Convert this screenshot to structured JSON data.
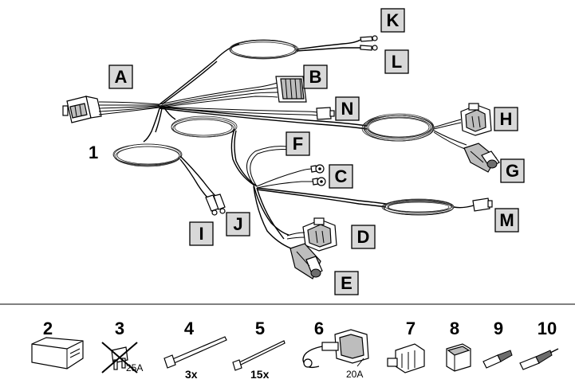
{
  "harness": {
    "main_number": "1",
    "labels": {
      "A": "A",
      "B": "B",
      "C": "C",
      "D": "D",
      "E": "E",
      "F": "F",
      "G": "G",
      "H": "H",
      "I": "I",
      "J": "J",
      "K": "K",
      "L": "L",
      "M": "M",
      "N": "N"
    }
  },
  "parts": {
    "p2": {
      "number": "2"
    },
    "p3": {
      "number": "3",
      "rating": "25A"
    },
    "p4": {
      "number": "4",
      "quantity": "3x"
    },
    "p5": {
      "number": "5",
      "quantity": "15x"
    },
    "p6": {
      "number": "6",
      "rating": "20A"
    },
    "p7": {
      "number": "7"
    },
    "p8": {
      "number": "8"
    },
    "p9": {
      "number": "9"
    },
    "p10": {
      "number": "10"
    }
  },
  "colors": {
    "label_box": "#d8d8d8",
    "line": "#000000",
    "connector_grey": "#bdbdbd"
  }
}
